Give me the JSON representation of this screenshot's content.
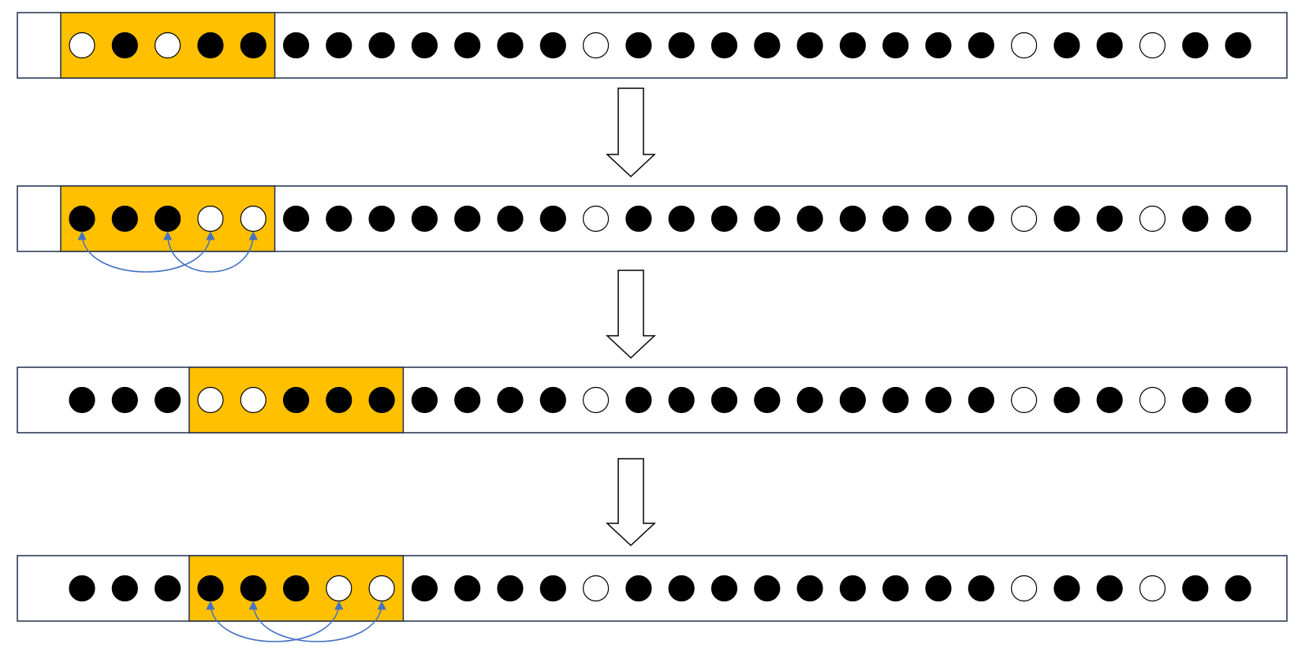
{
  "colors": {
    "window": "#FFC000",
    "frame": "#1F2D4A",
    "filled": "#000000",
    "empty": "#FFFFFF",
    "swap_arrow": "#4472C4",
    "step_arrow": "#000000"
  },
  "rows": [
    {
      "name": "row-1",
      "window": {
        "start": 0,
        "length": 5
      },
      "dots": [
        0,
        1,
        0,
        1,
        1,
        1,
        1,
        1,
        1,
        1,
        1,
        1,
        0,
        1,
        1,
        1,
        1,
        1,
        1,
        1,
        1,
        1,
        0,
        1,
        1,
        0,
        1,
        1
      ],
      "swaps": []
    },
    {
      "name": "row-2",
      "window": {
        "start": 0,
        "length": 5
      },
      "dots": [
        1,
        1,
        1,
        0,
        0,
        1,
        1,
        1,
        1,
        1,
        1,
        1,
        0,
        1,
        1,
        1,
        1,
        1,
        1,
        1,
        1,
        1,
        0,
        1,
        1,
        0,
        1,
        1
      ],
      "swaps": [
        [
          0,
          3
        ],
        [
          2,
          4
        ]
      ]
    },
    {
      "name": "row-3",
      "window": {
        "start": 3,
        "length": 5
      },
      "dots": [
        1,
        1,
        1,
        0,
        0,
        1,
        1,
        1,
        1,
        1,
        1,
        1,
        0,
        1,
        1,
        1,
        1,
        1,
        1,
        1,
        1,
        1,
        0,
        1,
        1,
        0,
        1,
        1
      ],
      "swaps": []
    },
    {
      "name": "row-4",
      "window": {
        "start": 3,
        "length": 5
      },
      "dots": [
        1,
        1,
        1,
        1,
        1,
        1,
        0,
        0,
        1,
        1,
        1,
        1,
        0,
        1,
        1,
        1,
        1,
        1,
        1,
        1,
        1,
        1,
        0,
        1,
        1,
        0,
        1,
        1
      ],
      "swaps": [
        [
          3,
          6
        ],
        [
          4,
          7
        ]
      ]
    }
  ]
}
